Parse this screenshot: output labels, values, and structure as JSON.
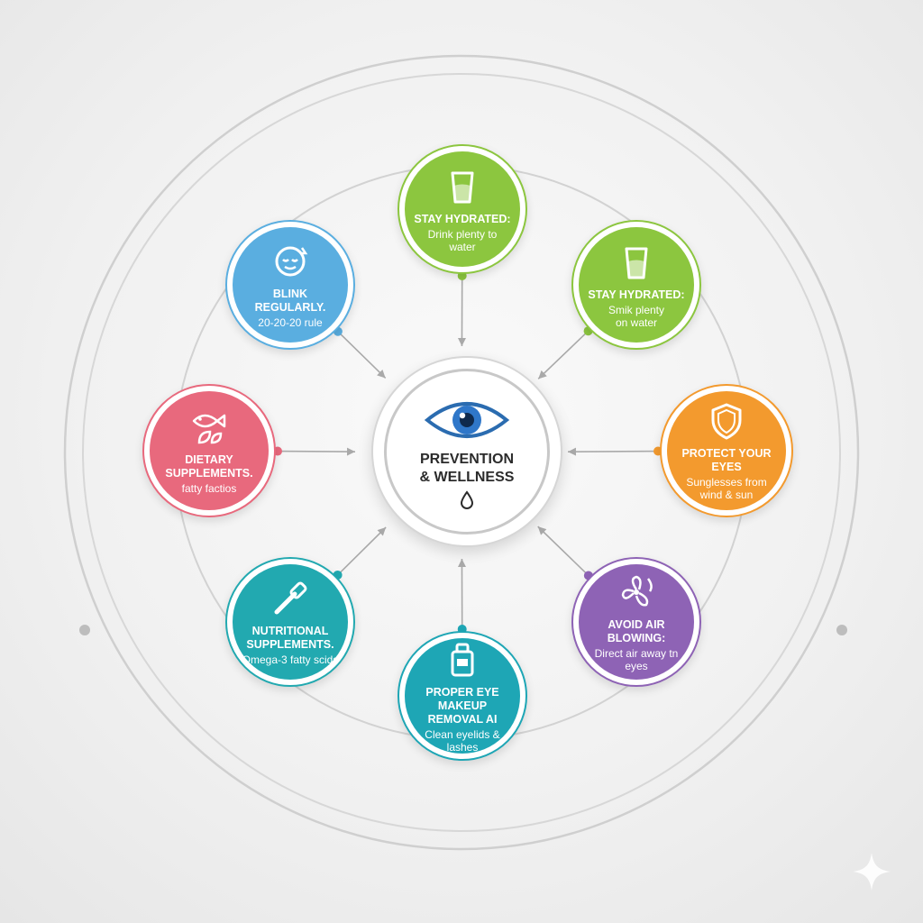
{
  "center": {
    "title": "PREVENTION\n& WELLNESS",
    "icon": "eye-icon",
    "sub_icon": "water-drop-icon"
  },
  "nodes": [
    {
      "id": "stay-hydrated-top",
      "title": "STAY HYDRATED:",
      "subtitle": "Drink plenty to water",
      "color": "#8cc63f",
      "icon": "water-glass-icon"
    },
    {
      "id": "stay-hydrated-right",
      "title": "STAY  HYDRATED:",
      "subtitle": "Smik plenty\non water",
      "color": "#8cc63f",
      "icon": "water-glass-icon"
    },
    {
      "id": "protect-eyes",
      "title": "PROTECT YOUR EYES",
      "subtitle": "Sunglesses from\nwind & sun",
      "color": "#f39a2e",
      "icon": "shield-icon"
    },
    {
      "id": "avoid-air",
      "title": "AVOID AIR BLOWING:",
      "subtitle": "Direct air away tn eyes",
      "color": "#8e63b5",
      "icon": "fan-icon"
    },
    {
      "id": "eye-makeup",
      "title": "PROPER EYE MAKEUP\nREMOVAL AI",
      "subtitle": "Clean eyelids & lashes",
      "color": "#1ea6b5",
      "icon": "makeup-remover-icon"
    },
    {
      "id": "nutritional",
      "title": "NUTRITIONAL\nSUPPLEMENTS.",
      "subtitle": "Omega-3 fatty scids",
      "color": "#22a9b0",
      "icon": "makeup-brush-icon"
    },
    {
      "id": "dietary",
      "title": "DIETARY\nSUPPLEMENTS.",
      "subtitle": "fatty factios",
      "color": "#e8697d",
      "icon": "fish-leaf-icon"
    },
    {
      "id": "blink",
      "title": "BLINK REGULARLY.",
      "subtitle": "20-20-20 rule",
      "color": "#5aaee0",
      "icon": "blink-face-icon"
    }
  ],
  "decor": {
    "sparkle_icon": "sparkle-icon"
  }
}
